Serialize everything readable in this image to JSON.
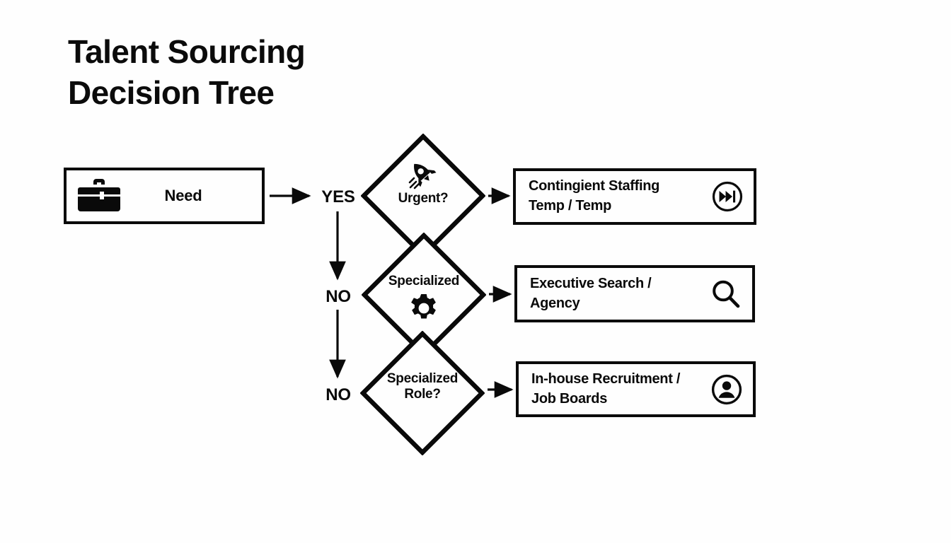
{
  "page": {
    "title_line1": "Talent Sourcing",
    "title_line2": "Decision Tree",
    "title": "Talent Sourcing\nDecision Tree",
    "background_color": "#fefefe",
    "ink_color": "#0a0a0a"
  },
  "start": {
    "label": "Need",
    "icon": "briefcase-icon"
  },
  "branches": {
    "yes": "YES",
    "no_1": "NO",
    "no_2": "NO"
  },
  "decisions": [
    {
      "id": "urgent",
      "text": "Urgent?",
      "icon": "rocket-icon",
      "icon_position": "above"
    },
    {
      "id": "specialized",
      "text": "Specialized",
      "icon": "gear-icon",
      "icon_position": "below"
    },
    {
      "id": "specialized-role",
      "text": "Specialized\nRole?",
      "icon": "none",
      "icon_position": "none"
    }
  ],
  "outcomes": [
    {
      "id": "contingent-staffing",
      "text": "Contingient Staffing\nTemp / Temp",
      "icon": "skip-forward-icon"
    },
    {
      "id": "executive-search",
      "text": "Executive Search /\nAgency",
      "icon": "search-icon"
    },
    {
      "id": "in-house-recruitment",
      "text": "In-house Recruitment /\nJob Boards",
      "icon": "account-circle-icon"
    }
  ],
  "chart_data": {
    "type": "diagram",
    "diagram_kind": "decision-tree-flowchart",
    "title": "Talent Sourcing Decision Tree",
    "nodes": [
      {
        "id": "need",
        "kind": "start",
        "label": "Need",
        "icon": "briefcase-icon"
      },
      {
        "id": "urgent",
        "kind": "decision",
        "label": "Urgent?",
        "icon": "rocket-icon"
      },
      {
        "id": "specialized",
        "kind": "decision",
        "label": "Specialized",
        "icon": "gear-icon"
      },
      {
        "id": "specialized-role",
        "kind": "decision",
        "label": "Specialized Role?",
        "icon": "none"
      },
      {
        "id": "contingent-staffing",
        "kind": "outcome",
        "label": "Contingient Staffing Temp / Temp",
        "icon": "skip-forward-icon"
      },
      {
        "id": "executive-search",
        "kind": "outcome",
        "label": "Executive Search / Agency",
        "icon": "search-icon"
      },
      {
        "id": "in-house-recruitment",
        "kind": "outcome",
        "label": "In-house Recruitment / Job Boards",
        "icon": "account-circle-icon"
      }
    ],
    "edges": [
      {
        "from": "need",
        "to": "urgent",
        "label": "YES"
      },
      {
        "from": "urgent",
        "to": "contingent-staffing",
        "label": ""
      },
      {
        "from": "urgent",
        "to": "specialized",
        "label": "NO"
      },
      {
        "from": "specialized",
        "to": "executive-search",
        "label": ""
      },
      {
        "from": "specialized",
        "to": "specialized-role",
        "label": "NO"
      },
      {
        "from": "specialized-role",
        "to": "in-house-recruitment",
        "label": ""
      }
    ]
  }
}
